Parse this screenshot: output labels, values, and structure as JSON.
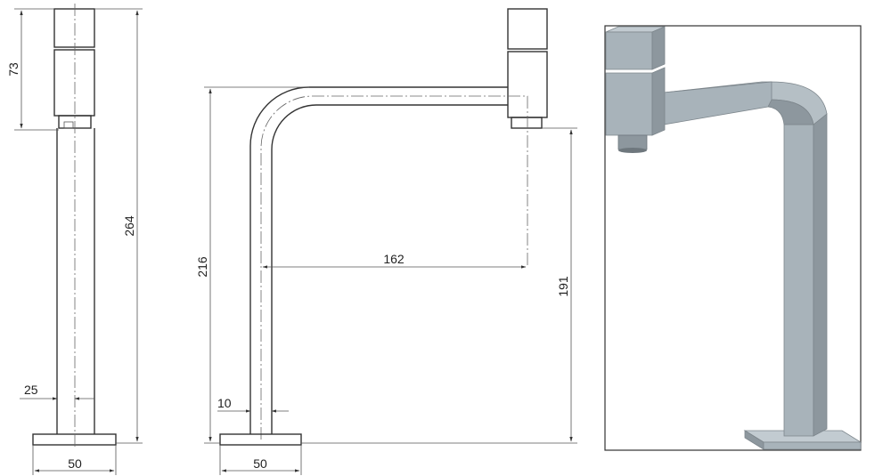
{
  "dimensions": {
    "side_cartridge_height": "73",
    "side_total_height": "264",
    "side_tube_width": "25",
    "side_base_width": "50",
    "front_reach": "162",
    "front_total_height": "216",
    "front_outlet_height": "191",
    "front_tube_width": "10",
    "front_base_width": "50"
  },
  "colors": {
    "line": "#333333",
    "render_body": "#a8b3ba",
    "render_shadow": "#8d979e",
    "render_light": "#c2cbd1"
  }
}
